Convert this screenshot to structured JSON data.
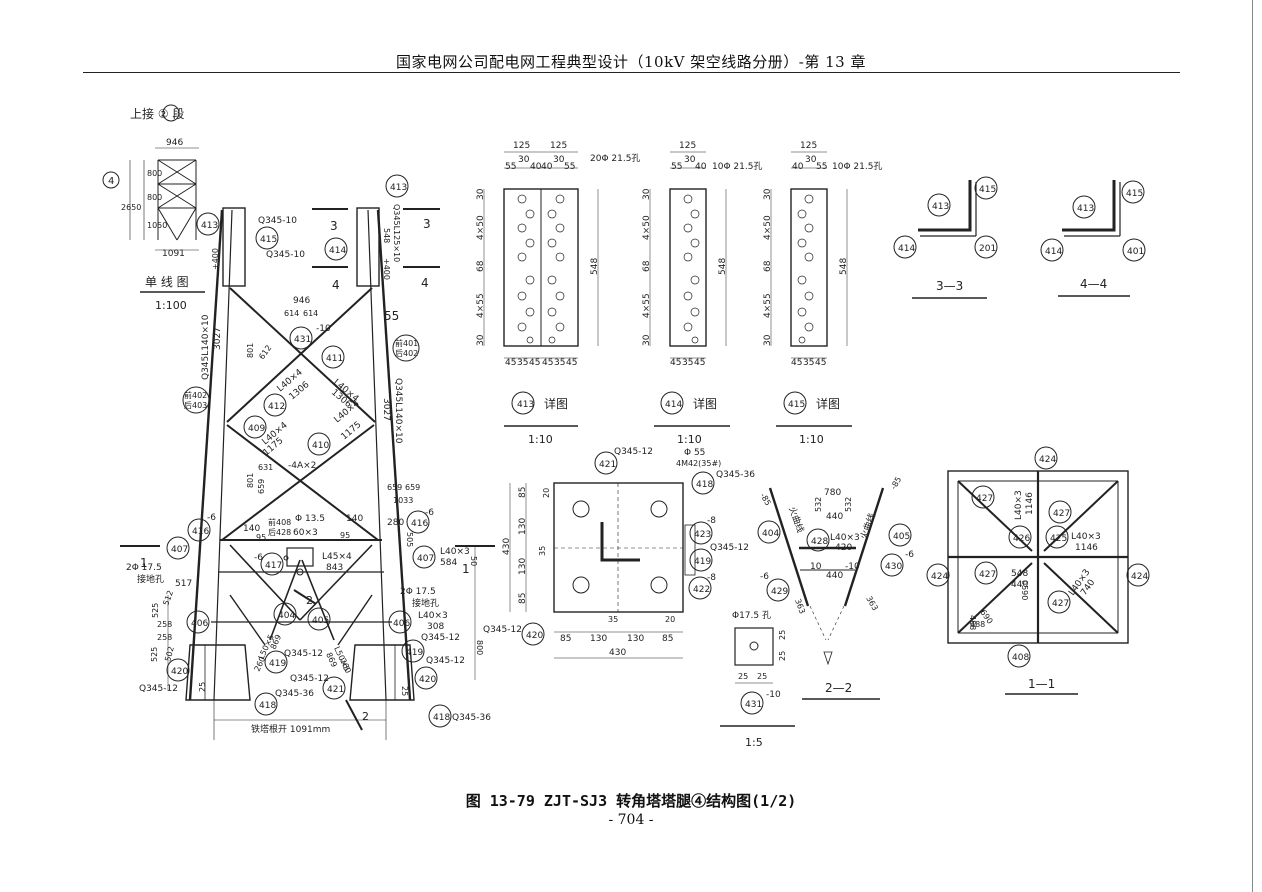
{
  "header": {
    "title": "国家电网公司配电网工程典型设计（10kV 架空线路分册）-第 13 章"
  },
  "single_line": {
    "top_label": "上接 ② 段",
    "section_no": "4",
    "width_top": "946",
    "h1": "800",
    "h2": "800",
    "h3": "1050",
    "total_h": "2650",
    "width_bottom": "1091",
    "title": "单 线 图",
    "scale": "1:100"
  },
  "elevation": {
    "labels": [
      "413",
      "415",
      "414",
      "431",
      "411",
      "412",
      "409",
      "410",
      "407",
      "417",
      "404",
      "405",
      "406",
      "416",
      "419",
      "420",
      "418",
      "421"
    ],
    "texts": {
      "q345_10a": "Q345-10",
      "q345_10b": "Q345-10",
      "minus10": "-10",
      "leg_left": "Q345L140×10",
      "leg_left_len": "3027",
      "leg_right": "Q345L140×10",
      "leg_right_len": "3027",
      "front402": "前402",
      "back403": "后403",
      "front401": "前401",
      "back402": "后402",
      "d946": "946",
      "d614a": "614",
      "d614b": "614",
      "d801a": "801",
      "d612": "612",
      "l40x4a": "L40×4",
      "l1306a": "1306",
      "l40x4b": "L40×4",
      "l1306b": "1306",
      "l40x4c": "L40×4",
      "l1175a": "1175",
      "l40x4d": "L40×4",
      "l1175b": "1175",
      "d801b": "801",
      "d659a": "659",
      "d631": "631",
      "minus4a": "-4A×2",
      "d659b": "659",
      "d659c": "659",
      "d1033": "1033",
      "phi135": "Φ 13.5",
      "d140a": "140",
      "d140b": "140",
      "front408": "前408",
      "back428": "后428",
      "plate": "60×3",
      "d95a": "95",
      "d95b": "95",
      "l45x4": "L45×4",
      "d843": "843",
      "d280": "280",
      "d505": "505",
      "minus6a": "-6",
      "minus6b": "-6",
      "minus6c": "-6",
      "l40x3a": "L40×3",
      "d584": "584",
      "d50": "50",
      "phi175a": "2Φ 17.5",
      "ground_a": "接地孔",
      "d517": "517",
      "phi175b": "2Φ 17.5",
      "ground_b": "接地孔",
      "l40x3b": "L40×3",
      "d308": "308",
      "d525a": "525",
      "d512": "512",
      "d258a": "258",
      "d258b": "258",
      "d525b": "525",
      "d502": "502",
      "l50x5a": "L50×5",
      "d869a": "869",
      "d260a": "260",
      "l50x5b": "L50×5",
      "d869b": "869",
      "d260b": "260",
      "q345_12a": "Q345-12",
      "q345_12b": "Q345-12",
      "q345_12c": "Q345-12",
      "q345_12d": "Q345-12",
      "q345_12e": "Q345-12",
      "q345_36a": "Q345-36",
      "q345_36b": "Q345-36",
      "d800": "800",
      "d25a": "25",
      "d25b": "25",
      "d400": "+400",
      "d548": "548",
      "d125x10": "Q345L125×10",
      "d400b": "+400",
      "root": "铁塔根开 1091mm",
      "sec1": "1",
      "sec1b": "1",
      "sec2": "2",
      "sec2b": "2",
      "sec3": "3",
      "sec3b": "3",
      "sec4": "4",
      "sec4b": "4",
      "d55": "55"
    }
  },
  "details": [
    {
      "id": "413",
      "title": "详图",
      "holes": "20Φ 21.5孔",
      "top": [
        "125",
        "125"
      ],
      "sub": [
        "55",
        "30",
        "40",
        "40",
        "30",
        "55"
      ],
      "left": [
        "30",
        "4×50",
        "68",
        "4×55",
        "30"
      ],
      "right": "548",
      "bottom": [
        "45",
        "35",
        "45",
        "45",
        "35",
        "45"
      ]
    },
    {
      "id": "414",
      "title": "详图",
      "holes": "10Φ 21.5孔",
      "top": [
        "125"
      ],
      "sub": [
        "55",
        "30",
        "40"
      ],
      "left": [
        "30",
        "4×50",
        "68",
        "4×55",
        "30"
      ],
      "right": "548",
      "bottom": [
        "45",
        "35",
        "45"
      ]
    },
    {
      "id": "415",
      "title": "详图",
      "holes": "10Φ 21.5孔",
      "top": [
        "125"
      ],
      "sub": [
        "40",
        "30",
        "55"
      ],
      "left": [
        "30",
        "4×50",
        "68",
        "4×55",
        "30"
      ],
      "right": "548",
      "bottom": [
        "45",
        "35",
        "45"
      ]
    }
  ],
  "detail_scales": [
    "1:10",
    "1:10",
    "1:10"
  ],
  "section33": {
    "title": "3—3",
    "labels": [
      "413",
      "415",
      "414",
      "201"
    ]
  },
  "section44": {
    "title": "4—4",
    "labels": [
      "413",
      "415",
      "414",
      "401"
    ]
  },
  "base_plate": {
    "labels": [
      "421",
      "418",
      "423",
      "419",
      "422",
      "420"
    ],
    "q345_12": "Q345-12",
    "q345_36": "Q345-36",
    "q345_12b": "Q345-12",
    "q345_12c": "Q345-12",
    "phi55": "Φ 55",
    "m42": "4M42(35#)",
    "minus8a": "-8",
    "minus8b": "-8",
    "left": [
      "85",
      "130",
      "130",
      "85"
    ],
    "left_total": "430",
    "d20a": "20",
    "d35a": "35",
    "bottom": [
      "85",
      "130",
      "130",
      "85"
    ],
    "bottom_total": "430",
    "d35b": "35",
    "d20b": "20"
  },
  "small_plate": {
    "label": "431",
    "hole": "Φ17.5 孔",
    "d25": [
      "25",
      "25",
      "25",
      "25"
    ],
    "minus10": "-10",
    "scale": "1:5"
  },
  "section22": {
    "title": "2—2",
    "labels": [
      "404",
      "428",
      "405",
      "429",
      "430"
    ],
    "fire_l": "火曲线",
    "fire_r": "火曲线",
    "d780": "780",
    "d532a": "532",
    "d440a": "440",
    "d532b": "532",
    "l40x3": "L40×3",
    "d420": "420",
    "d10": "10",
    "d440b": "440",
    "minus10": "-10",
    "d85": "-85",
    "d85b": "-85",
    "minus6a": "-6",
    "minus6b": "-6",
    "d363a": "363",
    "d363b": "363"
  },
  "section11": {
    "title": "1—1",
    "labels": [
      "424",
      "427",
      "427",
      "426",
      "425",
      "424",
      "424",
      "427",
      "427",
      "408"
    ],
    "l40x3a": "L40×3",
    "d1146a": "1146",
    "l40x3b": "L40×3",
    "d1146b": "1146",
    "d548": "548",
    "d440": "440",
    "l40x3c": "L40×3",
    "d740": "740",
    "d488a": "488",
    "d690": "690",
    "d488b": "488",
    "d0590": "0590"
  },
  "caption": "图 13-79  ZJT-SJ3 转角塔塔腿④结构图(1/2)",
  "page_number": "- 704 -"
}
